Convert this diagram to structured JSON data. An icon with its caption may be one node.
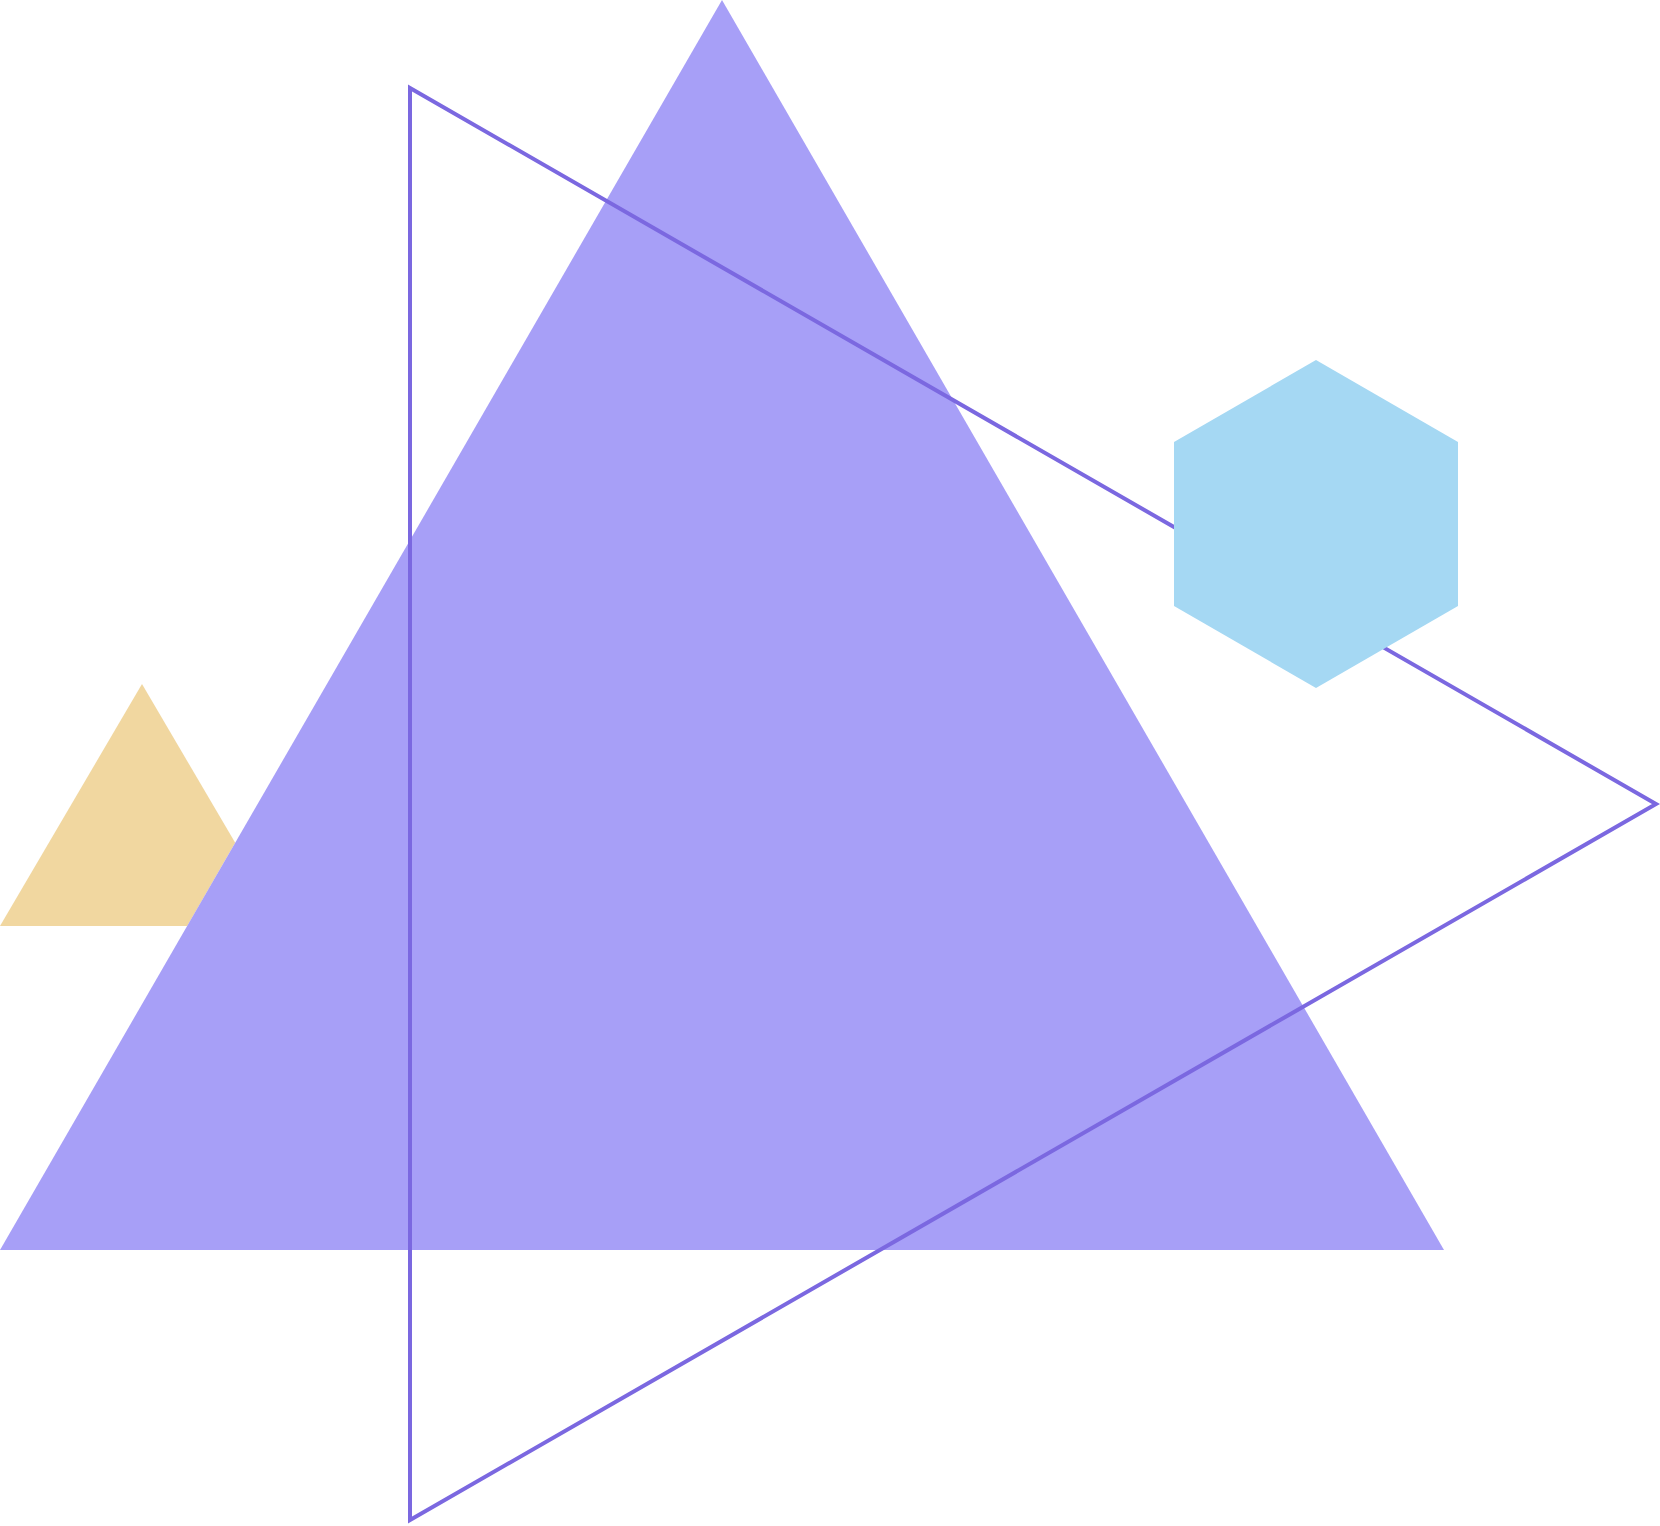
{
  "diagram": {
    "nodes": [
      {
        "text": [],
        "shape": "triangle"
      },
      {
        "text": [],
        "shape": "triangle"
      },
      {
        "text": [],
        "shape": "hexagon"
      },
      {
        "text": [],
        "shape": "triangle"
      }
    ]
  }
}
